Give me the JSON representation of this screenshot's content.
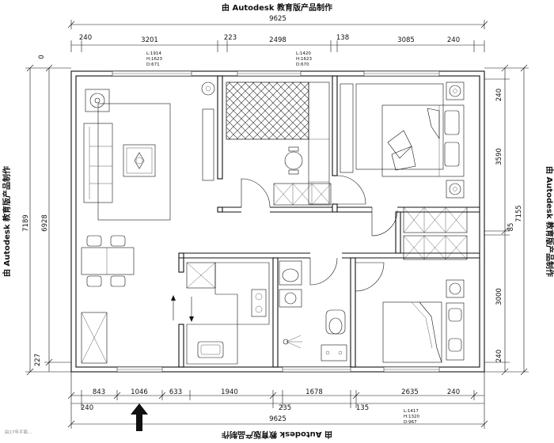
{
  "watermark": "由 Autodesk 教育版产品制作",
  "overall_width": "9625",
  "top_dims": [
    "240",
    "3201",
    "223",
    "2498",
    "138",
    "3085",
    "240"
  ],
  "bottom_dims_upper": [
    "843",
    "1046",
    "633",
    "1940",
    "1678",
    "2635",
    "240"
  ],
  "bottom_dims_lower": [
    "240",
    "235",
    "135"
  ],
  "left_dims": [
    "0",
    "7189",
    "6928",
    "227"
  ],
  "right_dims": [
    "240",
    "3590",
    "7155",
    "85",
    "3000",
    "240"
  ],
  "window_tag_1": [
    "L:1914",
    "H:1623",
    "D:671"
  ],
  "window_tag_2": [
    "L:1420",
    "H:1623",
    "D:670"
  ],
  "window_tag_3": [
    "L:1417",
    "H:1320",
    "D:967"
  ],
  "corner_mark": "由17年平面…"
}
